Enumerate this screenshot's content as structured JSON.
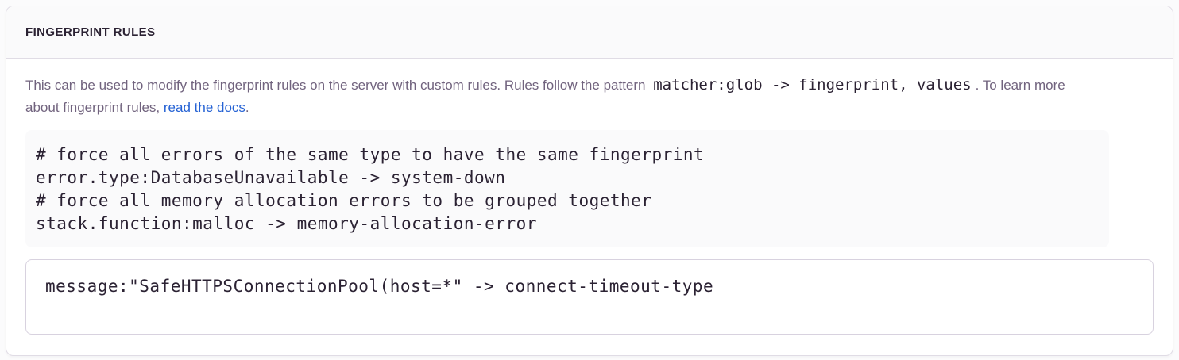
{
  "panel": {
    "title": "FINGERPRINT RULES"
  },
  "description": {
    "text_before_code": "This can be used to modify the fingerprint rules on the server with custom rules. Rules follow the pattern",
    "inline_code": "matcher:glob -> fingerprint, values",
    "text_after_code": ". To learn more about fingerprint rules,",
    "link_label": "read the docs",
    "text_after_link": "."
  },
  "example_rules": "# force all errors of the same type to have the same fingerprint\nerror.type:DatabaseUnavailable -> system-down\n# force all memory allocation errors to be grouped together\nstack.function:malloc -> memory-allocation-error",
  "rules_editor": {
    "value": "message:\"SafeHTTPSConnectionPool(host=*\" -> connect-timeout-type"
  },
  "colors": {
    "accent_link": "#2562d4",
    "heading_text": "#2b2233",
    "body_text": "#71637e",
    "panel_border": "#e0dce5",
    "code_background": "#fafafb"
  }
}
